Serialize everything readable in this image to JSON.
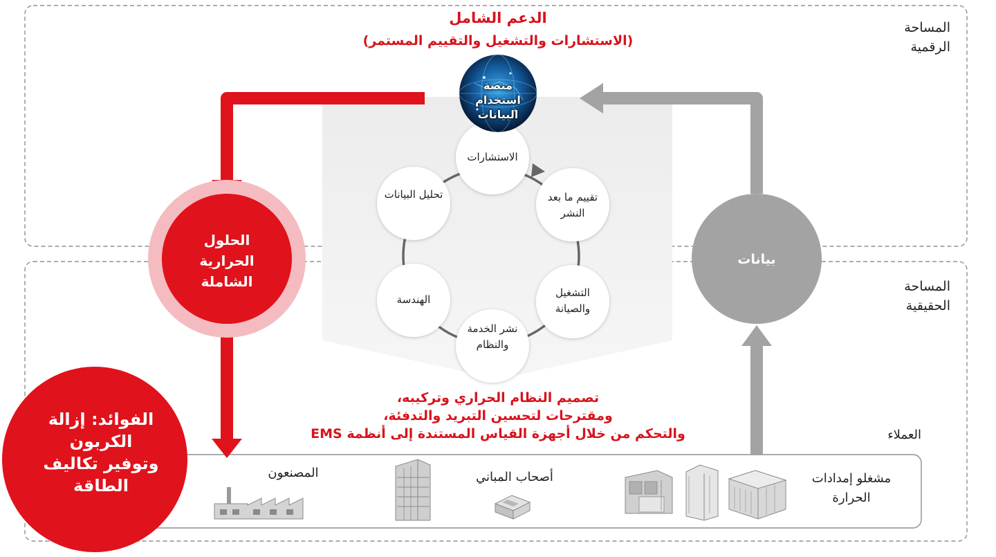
{
  "zones": {
    "digital": "المساحة الرقمية",
    "physical": "المساحة الحقيقية",
    "customers": "العملاء"
  },
  "support": {
    "title": "الدعم الشامل",
    "subtitle": "(الاستشارات والتشغيل والتقييم المستمر)"
  },
  "platform": {
    "label": "منصة استخدام البيانات"
  },
  "cycle": {
    "items": [
      "الاستشارات",
      "تقييم ما بعد النشر",
      "التشغيل والصيانة",
      "نشر الخدمة والنظام",
      "الهندسة",
      "تحليل البيانات"
    ]
  },
  "nodes": {
    "solutions": "الحلول الحرارية الشاملة",
    "data": "بيانات",
    "benefits": "الفوائد: إزالة الكربون وتوفير تكاليف الطاقة"
  },
  "system_design": {
    "line1": "تصميم النظام الحراري وتركيبه،",
    "line2": "ومقترحات لتحسين التبريد والتدفئة،",
    "line3": "والتحكم من خلال أجهزة القياس المستندة إلى أنظمة EMS"
  },
  "customers": {
    "manufacturers": "المصنعون",
    "building_owners": "أصحاب المباني",
    "heat_operators": "مشغلو إمدادات الحرارة"
  },
  "colors": {
    "accent_red": "#e0121b",
    "light_red": "#f4bcc0",
    "gray": "#a3a3a3",
    "dark_gray": "#666666"
  }
}
